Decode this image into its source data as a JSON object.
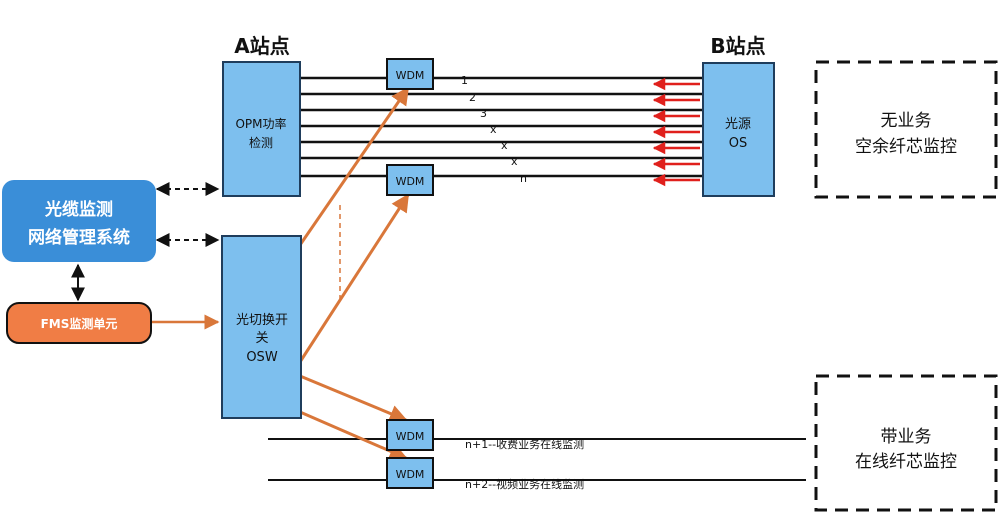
{
  "site_a_label": "A站点",
  "site_b_label": "B站点",
  "opm_box": {
    "line1": "OPM功率",
    "line2": "检测"
  },
  "light_source_box": {
    "line1": "光源",
    "line2": "OS"
  },
  "nms_box": {
    "line1": "光缆监测",
    "line2": "网络管理系统"
  },
  "fms_box": {
    "label": "FMS监测单元"
  },
  "osw_box": {
    "line1": "光切换开",
    "line2": "关",
    "line3": "OSW"
  },
  "wdm_label": "WDM",
  "fiber_labels": [
    "1",
    "2",
    "3",
    "x",
    "x",
    "x",
    "n"
  ],
  "service_lines": [
    {
      "label": "n+1--收费业务在线监测"
    },
    {
      "label": "n+2--视频业务在线监测"
    }
  ],
  "idle_zone": {
    "line1": "无业务",
    "line2": "空余纤芯监控"
  },
  "live_zone": {
    "line1": "带业务",
    "line2": "在线纤芯监控"
  },
  "colors": {
    "blue_box": "#7dbfee",
    "blue_stroke": "#1f3d5c",
    "nms_blue": "#3a8ed8",
    "fms_orange": "#f07d45",
    "orange_arrow": "#d9773a",
    "red_arrow": "#e0201c"
  }
}
